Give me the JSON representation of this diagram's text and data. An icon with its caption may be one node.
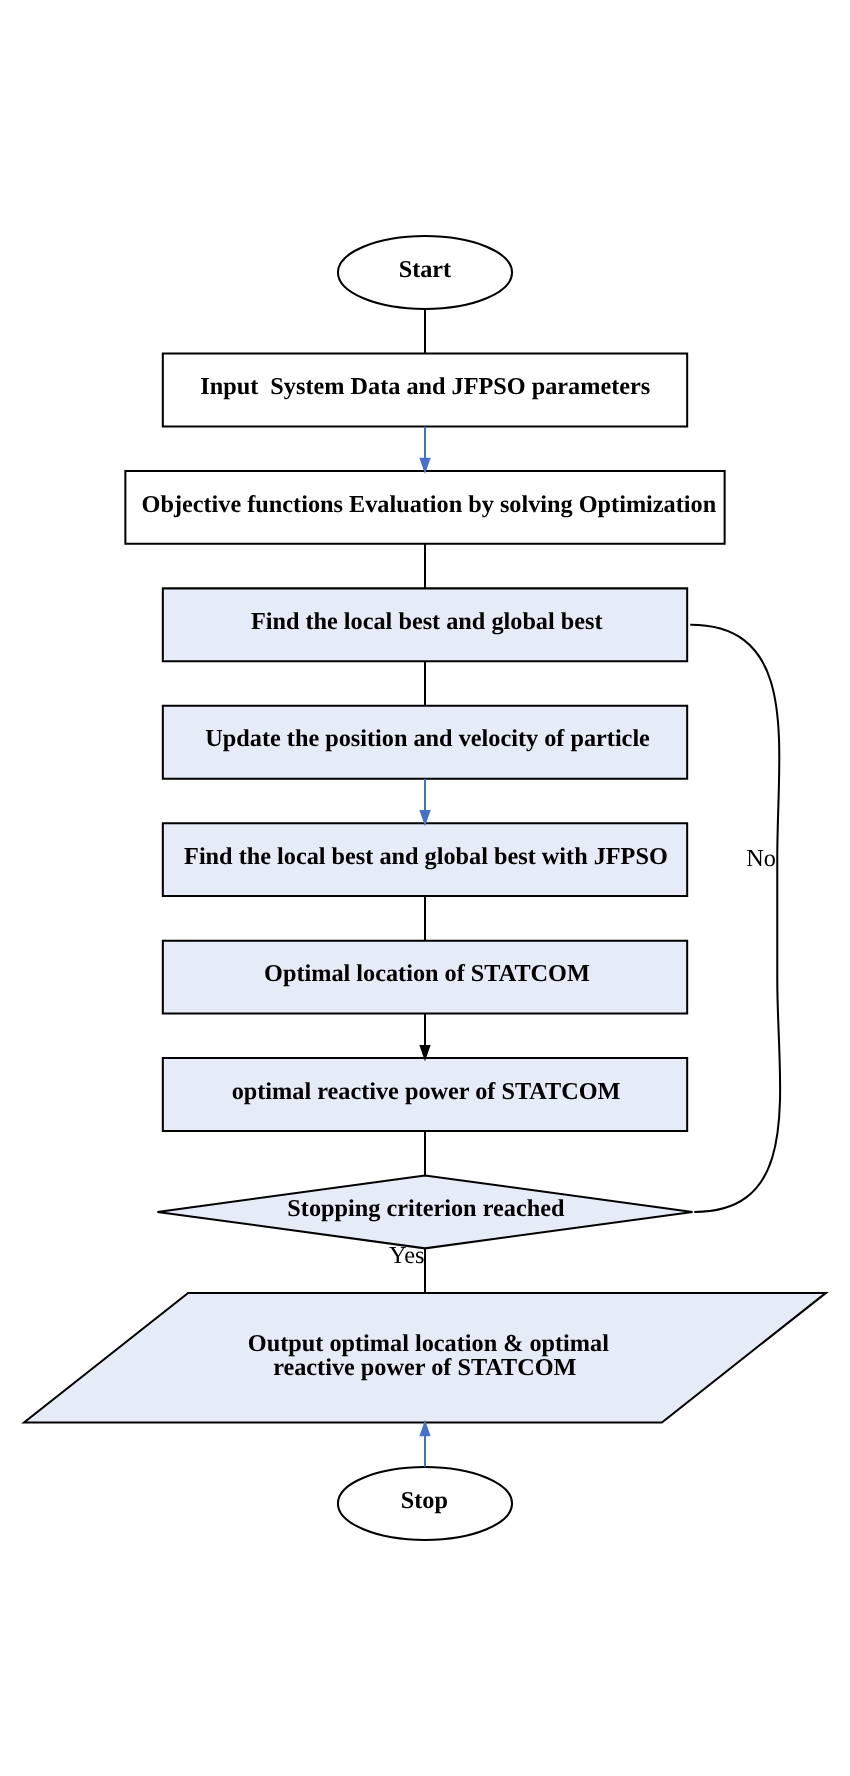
{
  "diagram": {
    "nodes": [
      {
        "text": [
          "Start"
        ]
      },
      {
        "text": [
          "Input  System Data and JFPSO parameters"
        ]
      },
      {
        "text": [
          "Objective functions Evaluation by solving Optimization"
        ]
      },
      {
        "text": [
          "Find the local best and global best"
        ]
      },
      {
        "text": [
          "Update the position and velocity of particle"
        ]
      },
      {
        "text": [
          "Find the local best and global best with JFPSO"
        ]
      },
      {
        "text": [
          "Optimal location of STATCOM"
        ]
      },
      {
        "text": [
          "optimal reactive power of STATCOM"
        ]
      },
      {
        "text": [
          "Stopping criterion reached"
        ]
      },
      {
        "text": [
          "Output optimal location & optimal reactive power of STATCOM"
        ]
      },
      {
        "text": [
          "Stop"
        ]
      }
    ],
    "edges": [
      {
        "from": 0,
        "to": 1,
        "arrow": "none"
      },
      {
        "from": 1,
        "to": 2,
        "arrow": "to",
        "color": "#4472c4"
      },
      {
        "from": 2,
        "to": 3,
        "arrow": "none"
      },
      {
        "from": 3,
        "to": 4,
        "arrow": "none"
      },
      {
        "from": 4,
        "to": 5,
        "arrow": "to",
        "color": "#4472c4"
      },
      {
        "from": 5,
        "to": 6,
        "arrow": "none"
      },
      {
        "from": 6,
        "to": 7,
        "arrow": "to"
      },
      {
        "from": 7,
        "to": 8,
        "arrow": "none"
      },
      {
        "from": 8,
        "to": 9,
        "label": "Yes",
        "arrow": "none"
      },
      {
        "from": 10,
        "to": 9,
        "arrow": "to",
        "color": "#4472c4"
      },
      {
        "from": 8,
        "to": 3,
        "label": "No",
        "arrow": "none"
      }
    ]
  }
}
